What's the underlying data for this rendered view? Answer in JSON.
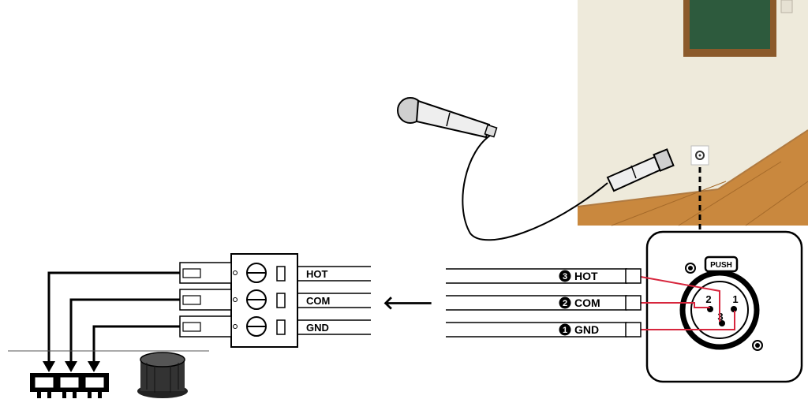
{
  "terminal_block": {
    "labels": [
      "HOT",
      "COM",
      "GND"
    ]
  },
  "direction_arrow": "🡐",
  "cable_wires": [
    {
      "number": "3",
      "label": "HOT"
    },
    {
      "number": "2",
      "label": "COM"
    },
    {
      "number": "1",
      "label": "GND"
    }
  ],
  "xlr_jack": {
    "push_label": "PUSH",
    "pins": [
      "2",
      "1",
      "3"
    ]
  },
  "colors": {
    "line": "#000000",
    "pin_wire": "#d7263d",
    "wall": "#eeeadb",
    "floor": "#c9883e",
    "board": "#2d5a3d",
    "board_frame": "#8b5a2b"
  }
}
